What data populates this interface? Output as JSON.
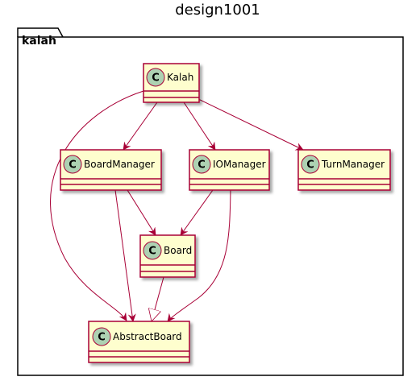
{
  "diagram": {
    "title": "design1001",
    "package": {
      "name": "kalah"
    },
    "class_icon_letter": "C",
    "classes": [
      {
        "id": "kalah",
        "name": "Kalah"
      },
      {
        "id": "boardmanager",
        "name": "BoardManager"
      },
      {
        "id": "iomanager",
        "name": "IOManager"
      },
      {
        "id": "turnmanager",
        "name": "TurnManager"
      },
      {
        "id": "board",
        "name": "Board"
      },
      {
        "id": "abstractboard",
        "name": "AbstractBoard"
      }
    ],
    "relations": [
      {
        "from": "kalah",
        "to": "boardmanager",
        "kind": "association"
      },
      {
        "from": "kalah",
        "to": "iomanager",
        "kind": "association"
      },
      {
        "from": "kalah",
        "to": "turnmanager",
        "kind": "association"
      },
      {
        "from": "kalah",
        "to": "abstractboard",
        "kind": "association"
      },
      {
        "from": "boardmanager",
        "to": "board",
        "kind": "association"
      },
      {
        "from": "boardmanager",
        "to": "abstractboard",
        "kind": "association"
      },
      {
        "from": "iomanager",
        "to": "board",
        "kind": "association"
      },
      {
        "from": "iomanager",
        "to": "abstractboard",
        "kind": "association"
      },
      {
        "from": "board",
        "to": "abstractboard",
        "kind": "inheritance"
      }
    ],
    "colors": {
      "class_fill": "#FEFECE",
      "class_border": "#A80036",
      "icon_fill": "#ADD1B2",
      "edge": "#A80036",
      "package_border": "#000000"
    }
  }
}
